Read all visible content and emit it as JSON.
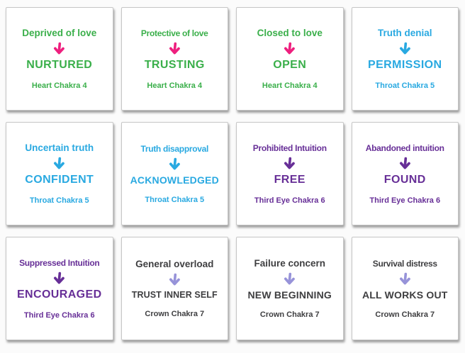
{
  "page": {
    "background_color": "#fbfbfb",
    "card_background": "#ffffff",
    "card_border_color": "#c6c6c6"
  },
  "icons": {
    "card_arrow": "down-arrow"
  },
  "colors": {
    "heart_green": "#3aaf4a",
    "heart_arrow_pink": "#ee1f7e",
    "throat_blue": "#29a9e1",
    "third_eye_purple": "#672f97",
    "crown_gray": "#3e3e40",
    "crown_arrow_lavender": "#9793d9"
  },
  "cards": [
    {
      "negative": "Deprived of love",
      "positive": "NURTURED",
      "chakra": "Heart Chakra 4",
      "text_color": "#3aaf4a",
      "arrow_color": "#ee1f7e"
    },
    {
      "negative": "Protective of love",
      "positive": "TRUSTING",
      "chakra": "Heart Chakra 4",
      "text_color": "#3aaf4a",
      "arrow_color": "#ee1f7e"
    },
    {
      "negative": "Closed to love",
      "positive": "OPEN",
      "chakra": "Heart Chakra 4",
      "text_color": "#3aaf4a",
      "arrow_color": "#ee1f7e"
    },
    {
      "negative": "Truth denial",
      "positive": "PERMISSION",
      "chakra": "Throat Chakra 5",
      "text_color": "#29a9e1",
      "arrow_color": "#29a9e1"
    },
    {
      "negative": "Uncertain truth",
      "positive": "CONFIDENT",
      "chakra": "Throat Chakra 5",
      "text_color": "#29a9e1",
      "arrow_color": "#29a9e1"
    },
    {
      "negative": "Truth disapproval",
      "positive": "ACKNOWLEDGED",
      "chakra": "Throat Chakra 5",
      "text_color": "#29a9e1",
      "arrow_color": "#29a9e1"
    },
    {
      "negative": "Prohibited Intuition",
      "positive": "FREE",
      "chakra": "Third Eye Chakra 6",
      "text_color": "#672f97",
      "arrow_color": "#672f97"
    },
    {
      "negative": "Abandoned intuition",
      "positive": "FOUND",
      "chakra": "Third Eye Chakra 6",
      "text_color": "#672f97",
      "arrow_color": "#672f97"
    },
    {
      "negative": "Suppressed Intuition",
      "positive": "ENCOURAGED",
      "chakra": "Third Eye Chakra 6",
      "text_color": "#672f97",
      "arrow_color": "#672f97"
    },
    {
      "negative": "General overload",
      "positive": "TRUST INNER SELF",
      "chakra": "Crown Chakra 7",
      "text_color": "#3e3e40",
      "arrow_color": "#9793d9"
    },
    {
      "negative": "Failure concern",
      "positive": "NEW BEGINNING",
      "chakra": "Crown Chakra 7",
      "text_color": "#3e3e40",
      "arrow_color": "#9793d9"
    },
    {
      "negative": "Survival distress",
      "positive": "ALL WORKS OUT",
      "chakra": "Crown Chakra 7",
      "text_color": "#3e3e40",
      "arrow_color": "#9793d9"
    }
  ]
}
